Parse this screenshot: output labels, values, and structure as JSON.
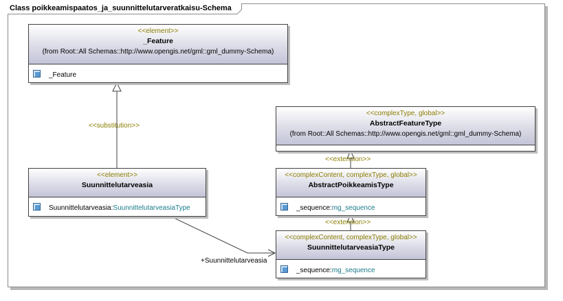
{
  "frame": {
    "title": "Class poikkeamispaatos_ja_suunnittelutarveratkaisu-Schema"
  },
  "classes": {
    "feature": {
      "stereotype": "<<element>>",
      "name": "_Feature",
      "from": "(from Root::All Schemas::http://www.opengis.net/gml::gml_dummy-Schema)",
      "attr_name": "_Feature"
    },
    "abstract_feature_type": {
      "stereotype": "<<complexType, global>>",
      "name": "AbstractFeatureType",
      "from": "(from Root::All Schemas::http://www.opengis.net/gml::gml_dummy-Schema)"
    },
    "suunnittelutarveasia": {
      "stereotype": "<<element>>",
      "name": "Suunnittelutarveasia",
      "attr_name": "Suunnittelutarveasia:",
      "attr_type": "SuunnittelutarveasiaType"
    },
    "abstract_poikkeamis_type": {
      "stereotype": "<<complexContent, complexType, global>>",
      "name": "AbstractPoikkeamisType",
      "attr_name": "_sequence:",
      "attr_type": "mg_sequence"
    },
    "suunnittelutarveasia_type": {
      "stereotype": "<<complexContent, complexType, global>>",
      "name": "SuunnittelutarveasiaType",
      "attr_name": "_sequence:",
      "attr_type": "mg_sequence"
    }
  },
  "relations": {
    "substitution": "<<substitution>>",
    "extension_1": "<<extension>>",
    "extension_2": "<<extension>>",
    "association_role": "+Suunnittelutarveasia"
  },
  "colors": {
    "stereotype": "#8b7d00",
    "type": "#1a7a8a",
    "header_gradient_end": "#c4c4d8"
  }
}
